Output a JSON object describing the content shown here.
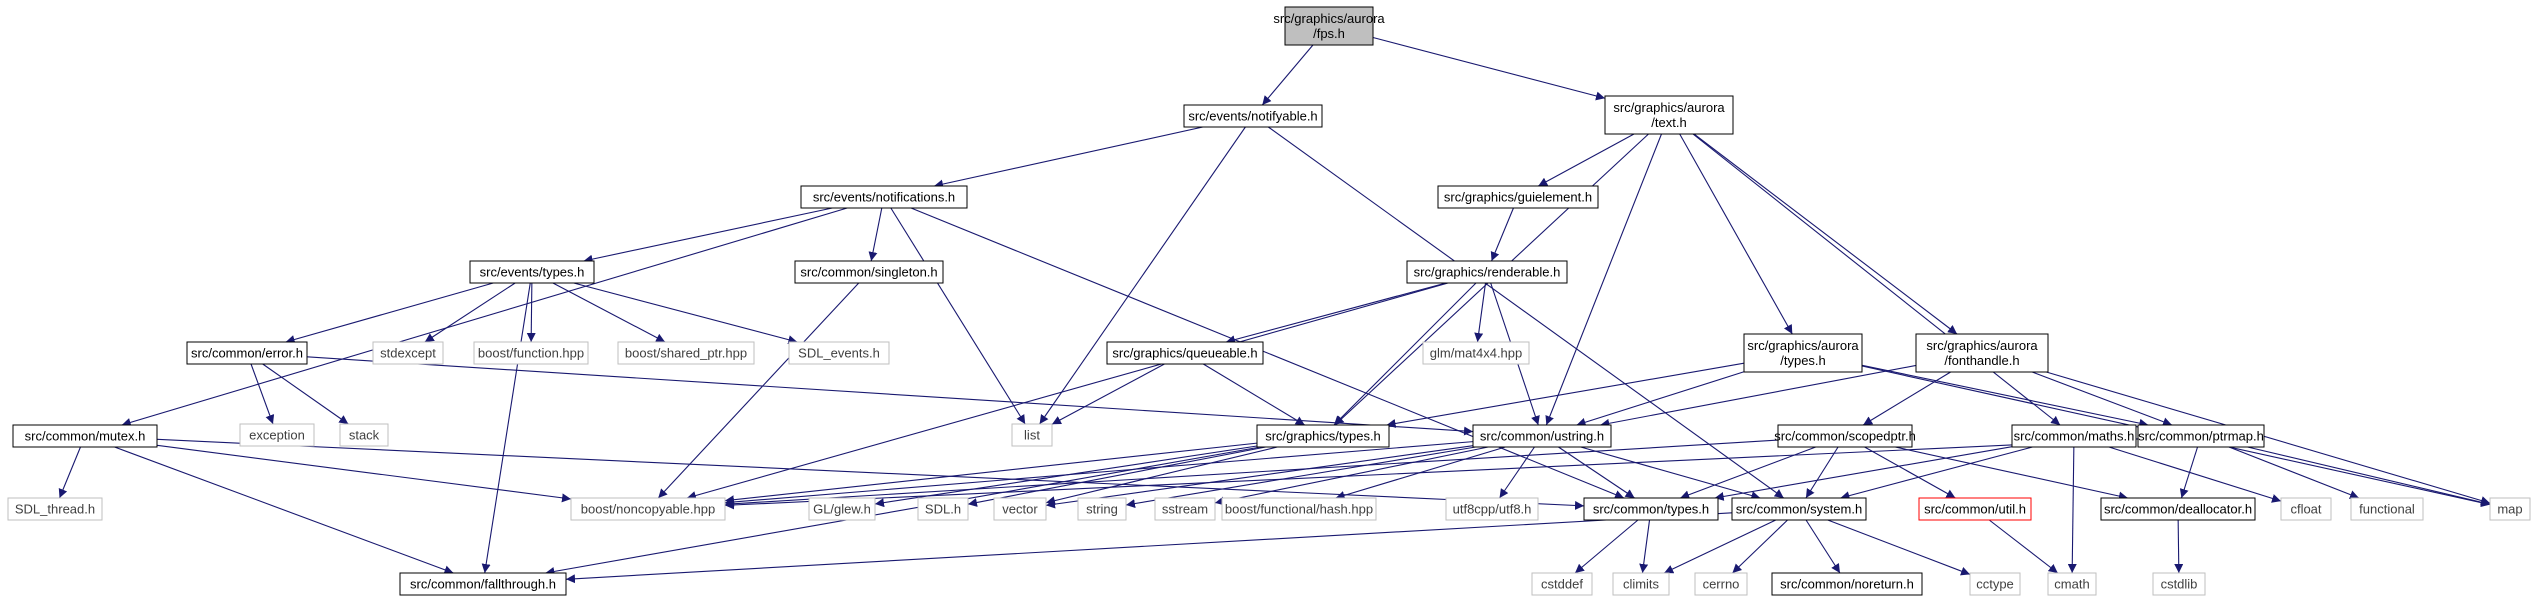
{
  "colors": {
    "edge": "#191970",
    "root_fill": "#bfbfbf",
    "node_border": "#000000",
    "external_border": "#bfbfbf",
    "external_text": "#404040",
    "highlight_border": "#ff0000"
  },
  "nodes": [
    {
      "id": "fps",
      "lines": [
        "src/graphics/aurora",
        "/fps.h"
      ],
      "style": "root"
    },
    {
      "id": "notifyable",
      "lines": [
        "src/events/notifyable.h"
      ],
      "style": "normal"
    },
    {
      "id": "text",
      "lines": [
        "src/graphics/aurora",
        "/text.h"
      ],
      "style": "normal"
    },
    {
      "id": "notifications",
      "lines": [
        "src/events/notifications.h"
      ],
      "style": "normal"
    },
    {
      "id": "guielement",
      "lines": [
        "src/graphics/guielement.h"
      ],
      "style": "normal"
    },
    {
      "id": "evtypes",
      "lines": [
        "src/events/types.h"
      ],
      "style": "normal"
    },
    {
      "id": "singleton",
      "lines": [
        "src/common/singleton.h"
      ],
      "style": "normal"
    },
    {
      "id": "renderable",
      "lines": [
        "src/graphics/renderable.h"
      ],
      "style": "normal"
    },
    {
      "id": "error",
      "lines": [
        "src/common/error.h"
      ],
      "style": "normal"
    },
    {
      "id": "stdexcept",
      "lines": [
        "stdexcept"
      ],
      "style": "external"
    },
    {
      "id": "boostfunc",
      "lines": [
        "boost/function.hpp"
      ],
      "style": "external"
    },
    {
      "id": "boostshared",
      "lines": [
        "boost/shared_ptr.hpp"
      ],
      "style": "external"
    },
    {
      "id": "sdlevents",
      "lines": [
        "SDL_events.h"
      ],
      "style": "external"
    },
    {
      "id": "queueable",
      "lines": [
        "src/graphics/queueable.h"
      ],
      "style": "normal"
    },
    {
      "id": "glm",
      "lines": [
        "glm/mat4x4.hpp"
      ],
      "style": "external"
    },
    {
      "id": "auroratypes",
      "lines": [
        "src/graphics/aurora",
        "/types.h"
      ],
      "style": "normal"
    },
    {
      "id": "fonthandle",
      "lines": [
        "src/graphics/aurora",
        "/fonthandle.h"
      ],
      "style": "normal"
    },
    {
      "id": "exception",
      "lines": [
        "exception"
      ],
      "style": "external"
    },
    {
      "id": "stack",
      "lines": [
        "stack"
      ],
      "style": "external"
    },
    {
      "id": "list",
      "lines": [
        "list"
      ],
      "style": "external"
    },
    {
      "id": "mutex",
      "lines": [
        "src/common/mutex.h"
      ],
      "style": "normal"
    },
    {
      "id": "gtypes",
      "lines": [
        "src/graphics/types.h"
      ],
      "style": "normal"
    },
    {
      "id": "ustring",
      "lines": [
        "src/common/ustring.h"
      ],
      "style": "normal"
    },
    {
      "id": "scopedptr",
      "lines": [
        "src/common/scopedptr.h"
      ],
      "style": "normal"
    },
    {
      "id": "maths",
      "lines": [
        "src/common/maths.h"
      ],
      "style": "normal"
    },
    {
      "id": "ptrmap",
      "lines": [
        "src/common/ptrmap.h"
      ],
      "style": "normal"
    },
    {
      "id": "sdlthread",
      "lines": [
        "SDL_thread.h"
      ],
      "style": "external"
    },
    {
      "id": "noncopyable",
      "lines": [
        "boost/noncopyable.hpp"
      ],
      "style": "external"
    },
    {
      "id": "glew",
      "lines": [
        "GL/glew.h"
      ],
      "style": "external"
    },
    {
      "id": "sdlh",
      "lines": [
        "SDL.h"
      ],
      "style": "external"
    },
    {
      "id": "vector",
      "lines": [
        "vector"
      ],
      "style": "external"
    },
    {
      "id": "string",
      "lines": [
        "string"
      ],
      "style": "external"
    },
    {
      "id": "sstream",
      "lines": [
        "sstream"
      ],
      "style": "external"
    },
    {
      "id": "hash",
      "lines": [
        "boost/functional/hash.hpp"
      ],
      "style": "external"
    },
    {
      "id": "utf8",
      "lines": [
        "utf8cpp/utf8.h"
      ],
      "style": "external"
    },
    {
      "id": "ctypes",
      "lines": [
        "src/common/types.h"
      ],
      "style": "normal"
    },
    {
      "id": "system",
      "lines": [
        "src/common/system.h"
      ],
      "style": "normal"
    },
    {
      "id": "util",
      "lines": [
        "src/common/util.h"
      ],
      "style": "highlight"
    },
    {
      "id": "deallocator",
      "lines": [
        "src/common/deallocator.h"
      ],
      "style": "normal"
    },
    {
      "id": "cfloat",
      "lines": [
        "cfloat"
      ],
      "style": "external"
    },
    {
      "id": "functional",
      "lines": [
        "functional"
      ],
      "style": "external"
    },
    {
      "id": "map",
      "lines": [
        "map"
      ],
      "style": "external"
    },
    {
      "id": "fallthrough",
      "lines": [
        "src/common/fallthrough.h"
      ],
      "style": "normal"
    },
    {
      "id": "cstddef",
      "lines": [
        "cstddef"
      ],
      "style": "external"
    },
    {
      "id": "climits",
      "lines": [
        "climits"
      ],
      "style": "external"
    },
    {
      "id": "cerrno",
      "lines": [
        "cerrno"
      ],
      "style": "external"
    },
    {
      "id": "noreturn",
      "lines": [
        "src/common/noreturn.h"
      ],
      "style": "normal"
    },
    {
      "id": "cctype",
      "lines": [
        "cctype"
      ],
      "style": "external"
    },
    {
      "id": "cmath",
      "lines": [
        "cmath"
      ],
      "style": "external"
    },
    {
      "id": "cstdlib",
      "lines": [
        "cstdlib"
      ],
      "style": "external"
    }
  ],
  "edges": [
    [
      "fps",
      "notifyable"
    ],
    [
      "fps",
      "text"
    ],
    [
      "notifyable",
      "notifications"
    ],
    [
      "notifyable",
      "list"
    ],
    [
      "notifyable",
      "system"
    ],
    [
      "text",
      "guielement"
    ],
    [
      "text",
      "gtypes"
    ],
    [
      "text",
      "ustring"
    ],
    [
      "text",
      "auroratypes"
    ],
    [
      "text",
      "fonthandle"
    ],
    [
      "text",
      "maths"
    ],
    [
      "notifications",
      "evtypes"
    ],
    [
      "notifications",
      "singleton"
    ],
    [
      "notifications",
      "list"
    ],
    [
      "notifications",
      "mutex"
    ],
    [
      "notifications",
      "ctypes"
    ],
    [
      "guielement",
      "renderable"
    ],
    [
      "evtypes",
      "error"
    ],
    [
      "evtypes",
      "stdexcept"
    ],
    [
      "evtypes",
      "boostfunc"
    ],
    [
      "evtypes",
      "boostshared"
    ],
    [
      "evtypes",
      "sdlevents"
    ],
    [
      "evtypes",
      "fallthrough"
    ],
    [
      "singleton",
      "noncopyable"
    ],
    [
      "renderable",
      "queueable"
    ],
    [
      "renderable",
      "glm"
    ],
    [
      "renderable",
      "gtypes"
    ],
    [
      "renderable",
      "ustring"
    ],
    [
      "renderable",
      "noncopyable"
    ],
    [
      "error",
      "exception"
    ],
    [
      "error",
      "stack"
    ],
    [
      "error",
      "ustring"
    ],
    [
      "queueable",
      "list"
    ],
    [
      "queueable",
      "gtypes"
    ],
    [
      "auroratypes",
      "gtypes"
    ],
    [
      "auroratypes",
      "ustring"
    ],
    [
      "auroratypes",
      "ptrmap"
    ],
    [
      "auroratypes",
      "map"
    ],
    [
      "fonthandle",
      "ustring"
    ],
    [
      "fonthandle",
      "scopedptr"
    ],
    [
      "fonthandle",
      "ptrmap"
    ],
    [
      "fonthandle",
      "map"
    ],
    [
      "mutex",
      "sdlthread"
    ],
    [
      "mutex",
      "noncopyable"
    ],
    [
      "mutex",
      "fallthrough"
    ],
    [
      "mutex",
      "ctypes"
    ],
    [
      "gtypes",
      "glew"
    ],
    [
      "gtypes",
      "sdlh"
    ],
    [
      "gtypes",
      "vector"
    ],
    [
      "gtypes",
      "noncopyable"
    ],
    [
      "gtypes",
      "fallthrough"
    ],
    [
      "ustring",
      "string"
    ],
    [
      "ustring",
      "sstream"
    ],
    [
      "ustring",
      "hash"
    ],
    [
      "ustring",
      "utf8"
    ],
    [
      "ustring",
      "ctypes"
    ],
    [
      "ustring",
      "system"
    ],
    [
      "ustring",
      "vector"
    ],
    [
      "ustring",
      "noncopyable"
    ],
    [
      "scopedptr",
      "noncopyable"
    ],
    [
      "scopedptr",
      "ctypes"
    ],
    [
      "scopedptr",
      "system"
    ],
    [
      "scopedptr",
      "util"
    ],
    [
      "scopedptr",
      "deallocator"
    ],
    [
      "maths",
      "ctypes"
    ],
    [
      "maths",
      "system"
    ],
    [
      "maths",
      "cfloat"
    ],
    [
      "maths",
      "cmath"
    ],
    [
      "ptrmap",
      "noncopyable"
    ],
    [
      "ptrmap",
      "deallocator"
    ],
    [
      "ptrmap",
      "functional"
    ],
    [
      "ptrmap",
      "map"
    ],
    [
      "ctypes",
      "cstddef"
    ],
    [
      "ctypes",
      "climits"
    ],
    [
      "system",
      "fallthrough"
    ],
    [
      "system",
      "climits"
    ],
    [
      "system",
      "cerrno"
    ],
    [
      "system",
      "noreturn"
    ],
    [
      "system",
      "cctype"
    ],
    [
      "util",
      "cmath"
    ],
    [
      "deallocator",
      "cstdlib"
    ]
  ]
}
